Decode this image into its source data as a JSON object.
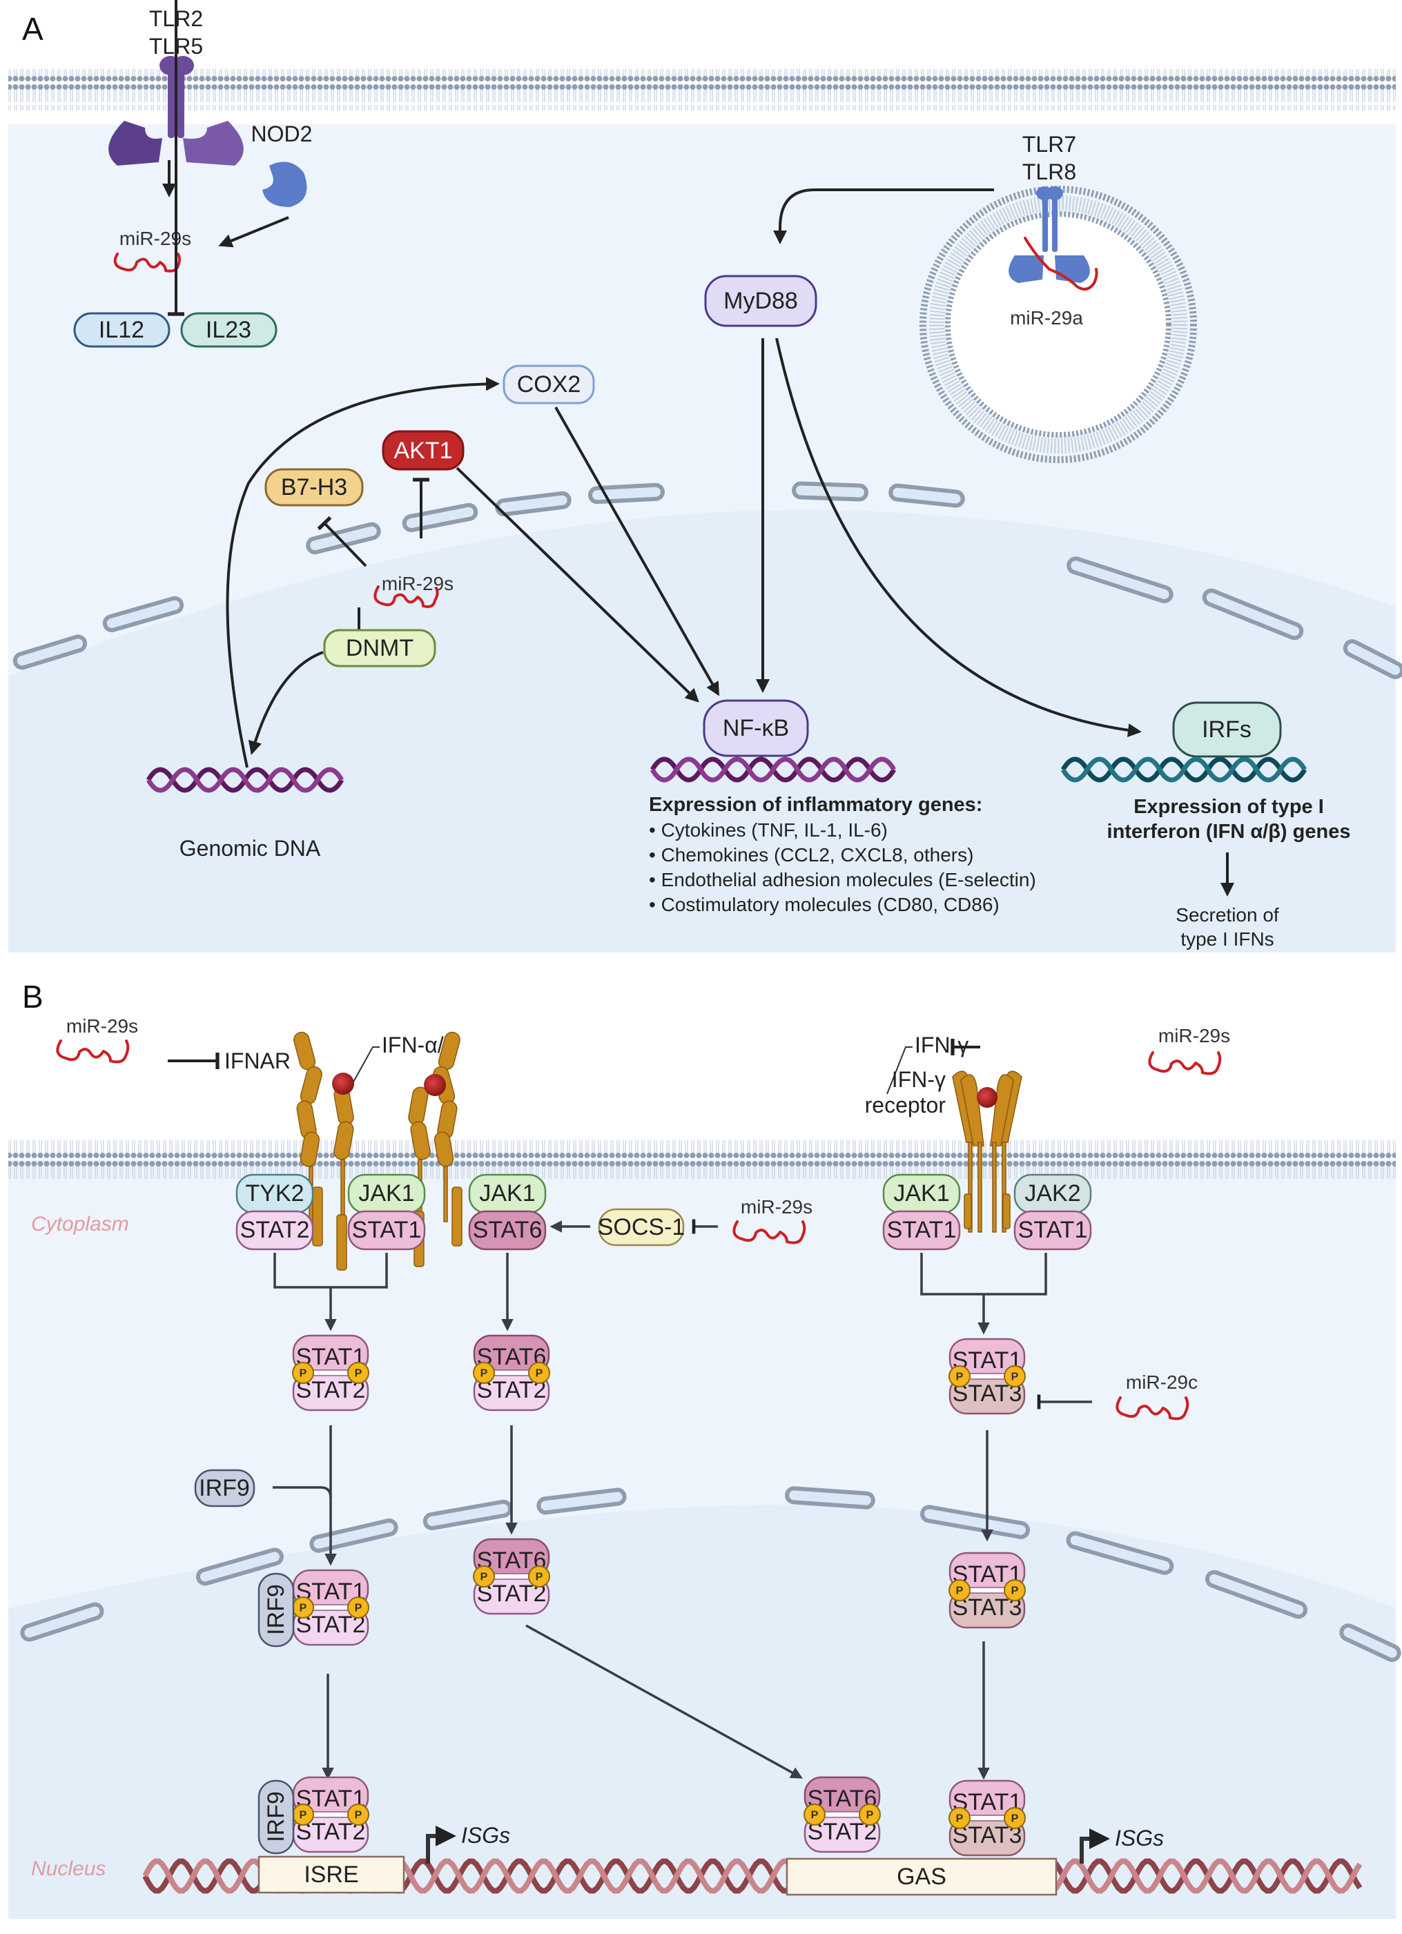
{
  "panelA": {
    "letter": "A",
    "receptors": {
      "tlr2": "TLR2",
      "tlr5": "TLR5",
      "nod2": "NOD2",
      "tlr7": "TLR7",
      "tlr8": "TLR8"
    },
    "mirna": {
      "top": "miR-29s",
      "endosome": "miR-29a",
      "nuclear": "miR-29s"
    },
    "nodes": {
      "il12": "IL12",
      "il23": "IL23",
      "cox2": "COX2",
      "akt1": "AKT1",
      "b7h3": "B7-H3",
      "dnmt": "DNMT",
      "myd88": "MyD88",
      "nfkb": "NF-κB",
      "irfs": "IRFs"
    },
    "genomic_dna_label": "Genomic DNA",
    "inflammatory": {
      "heading": "Expression of inflammatory genes:",
      "items": [
        "• Cytokines (TNF, IL-1, IL-6)",
        "• Chemokines (CCL2, CXCL8, others)",
        "• Endothelial adhesion molecules (E-selectin)",
        "• Costimulatory molecules (CD80, CD86)"
      ]
    },
    "interferon": {
      "heading_line1": "Expression of type I",
      "heading_line2": "interferon (IFN α/β) genes",
      "secretion_line1": "Secretion of",
      "secretion_line2": "type I IFNs"
    },
    "colors": {
      "background_outer": "#eef4fb",
      "background_nucleus": "#e3eef9",
      "receptor_purple": "#6b4c9a",
      "nod2_blue": "#5a7cc9",
      "mirna_red": "#cc1f24",
      "akt1_red": "#c0282a"
    }
  },
  "panelB": {
    "letter": "B",
    "mirna": {
      "ifnar_inhib": "miR-29s",
      "socs_inhib": "miR-29s",
      "ifng_inhib": "miR-29s",
      "stat3_inhib": "miR-29c"
    },
    "labels": {
      "ifnar": "IFNAR",
      "ifn_ab": "IFN-α/β",
      "ifn_g": "IFN-γ",
      "ifng_receptor_line1": "IFN-γ",
      "ifng_receptor_line2": "receptor",
      "cytoplasm": "Cytoplasm",
      "nucleus": "Nucleus",
      "isgs_left": "ISGs",
      "isgs_right": "ISGs",
      "isre": "ISRE",
      "gas": "GAS",
      "phospho": "P"
    },
    "nodes": {
      "tyk2": "TYK2",
      "jak1_a": "JAK1",
      "jak1_b": "JAK1",
      "jak1_c": "JAK1",
      "jak2": "JAK2",
      "stat2_a": "STAT2",
      "stat1_a": "STAT1",
      "stat6_a": "STAT6",
      "stat1_c": "STAT1",
      "stat1_d": "STAT1",
      "socs1": "SOCS-1",
      "irf9": "IRF9"
    },
    "dimers": {
      "cyto_stat1_stat2": [
        "STAT1",
        "STAT2"
      ],
      "cyto_stat6_stat2": [
        "STAT6",
        "STAT2"
      ],
      "cyto_stat1_stat3": [
        "STAT1",
        "STAT3"
      ],
      "nuc_stat1_stat2": [
        "STAT1",
        "STAT2"
      ],
      "nuc_stat6_stat2": [
        "STAT6",
        "STAT2"
      ],
      "nuc_stat1_stat3": [
        "STAT1",
        "STAT3"
      ],
      "dna_stat1_stat2": [
        "STAT1",
        "STAT2"
      ],
      "dna_stat6_stat2": [
        "STAT6",
        "STAT2"
      ],
      "dna_stat1_stat3": [
        "STAT1",
        "STAT3"
      ]
    },
    "irf9_vertical": "IRF9",
    "colors": {
      "receptor_orange": "#c98a1e",
      "ligand_red": "#a31d1d",
      "stat1_pink": "#edbcd8",
      "stat2_lilac": "#f3d6f0",
      "stat6_mauve": "#d593b5",
      "stat3_tan": "#dfc0c0",
      "phospho_yellow": "#f5b51b",
      "dna_brown": "#a85a5e"
    }
  }
}
